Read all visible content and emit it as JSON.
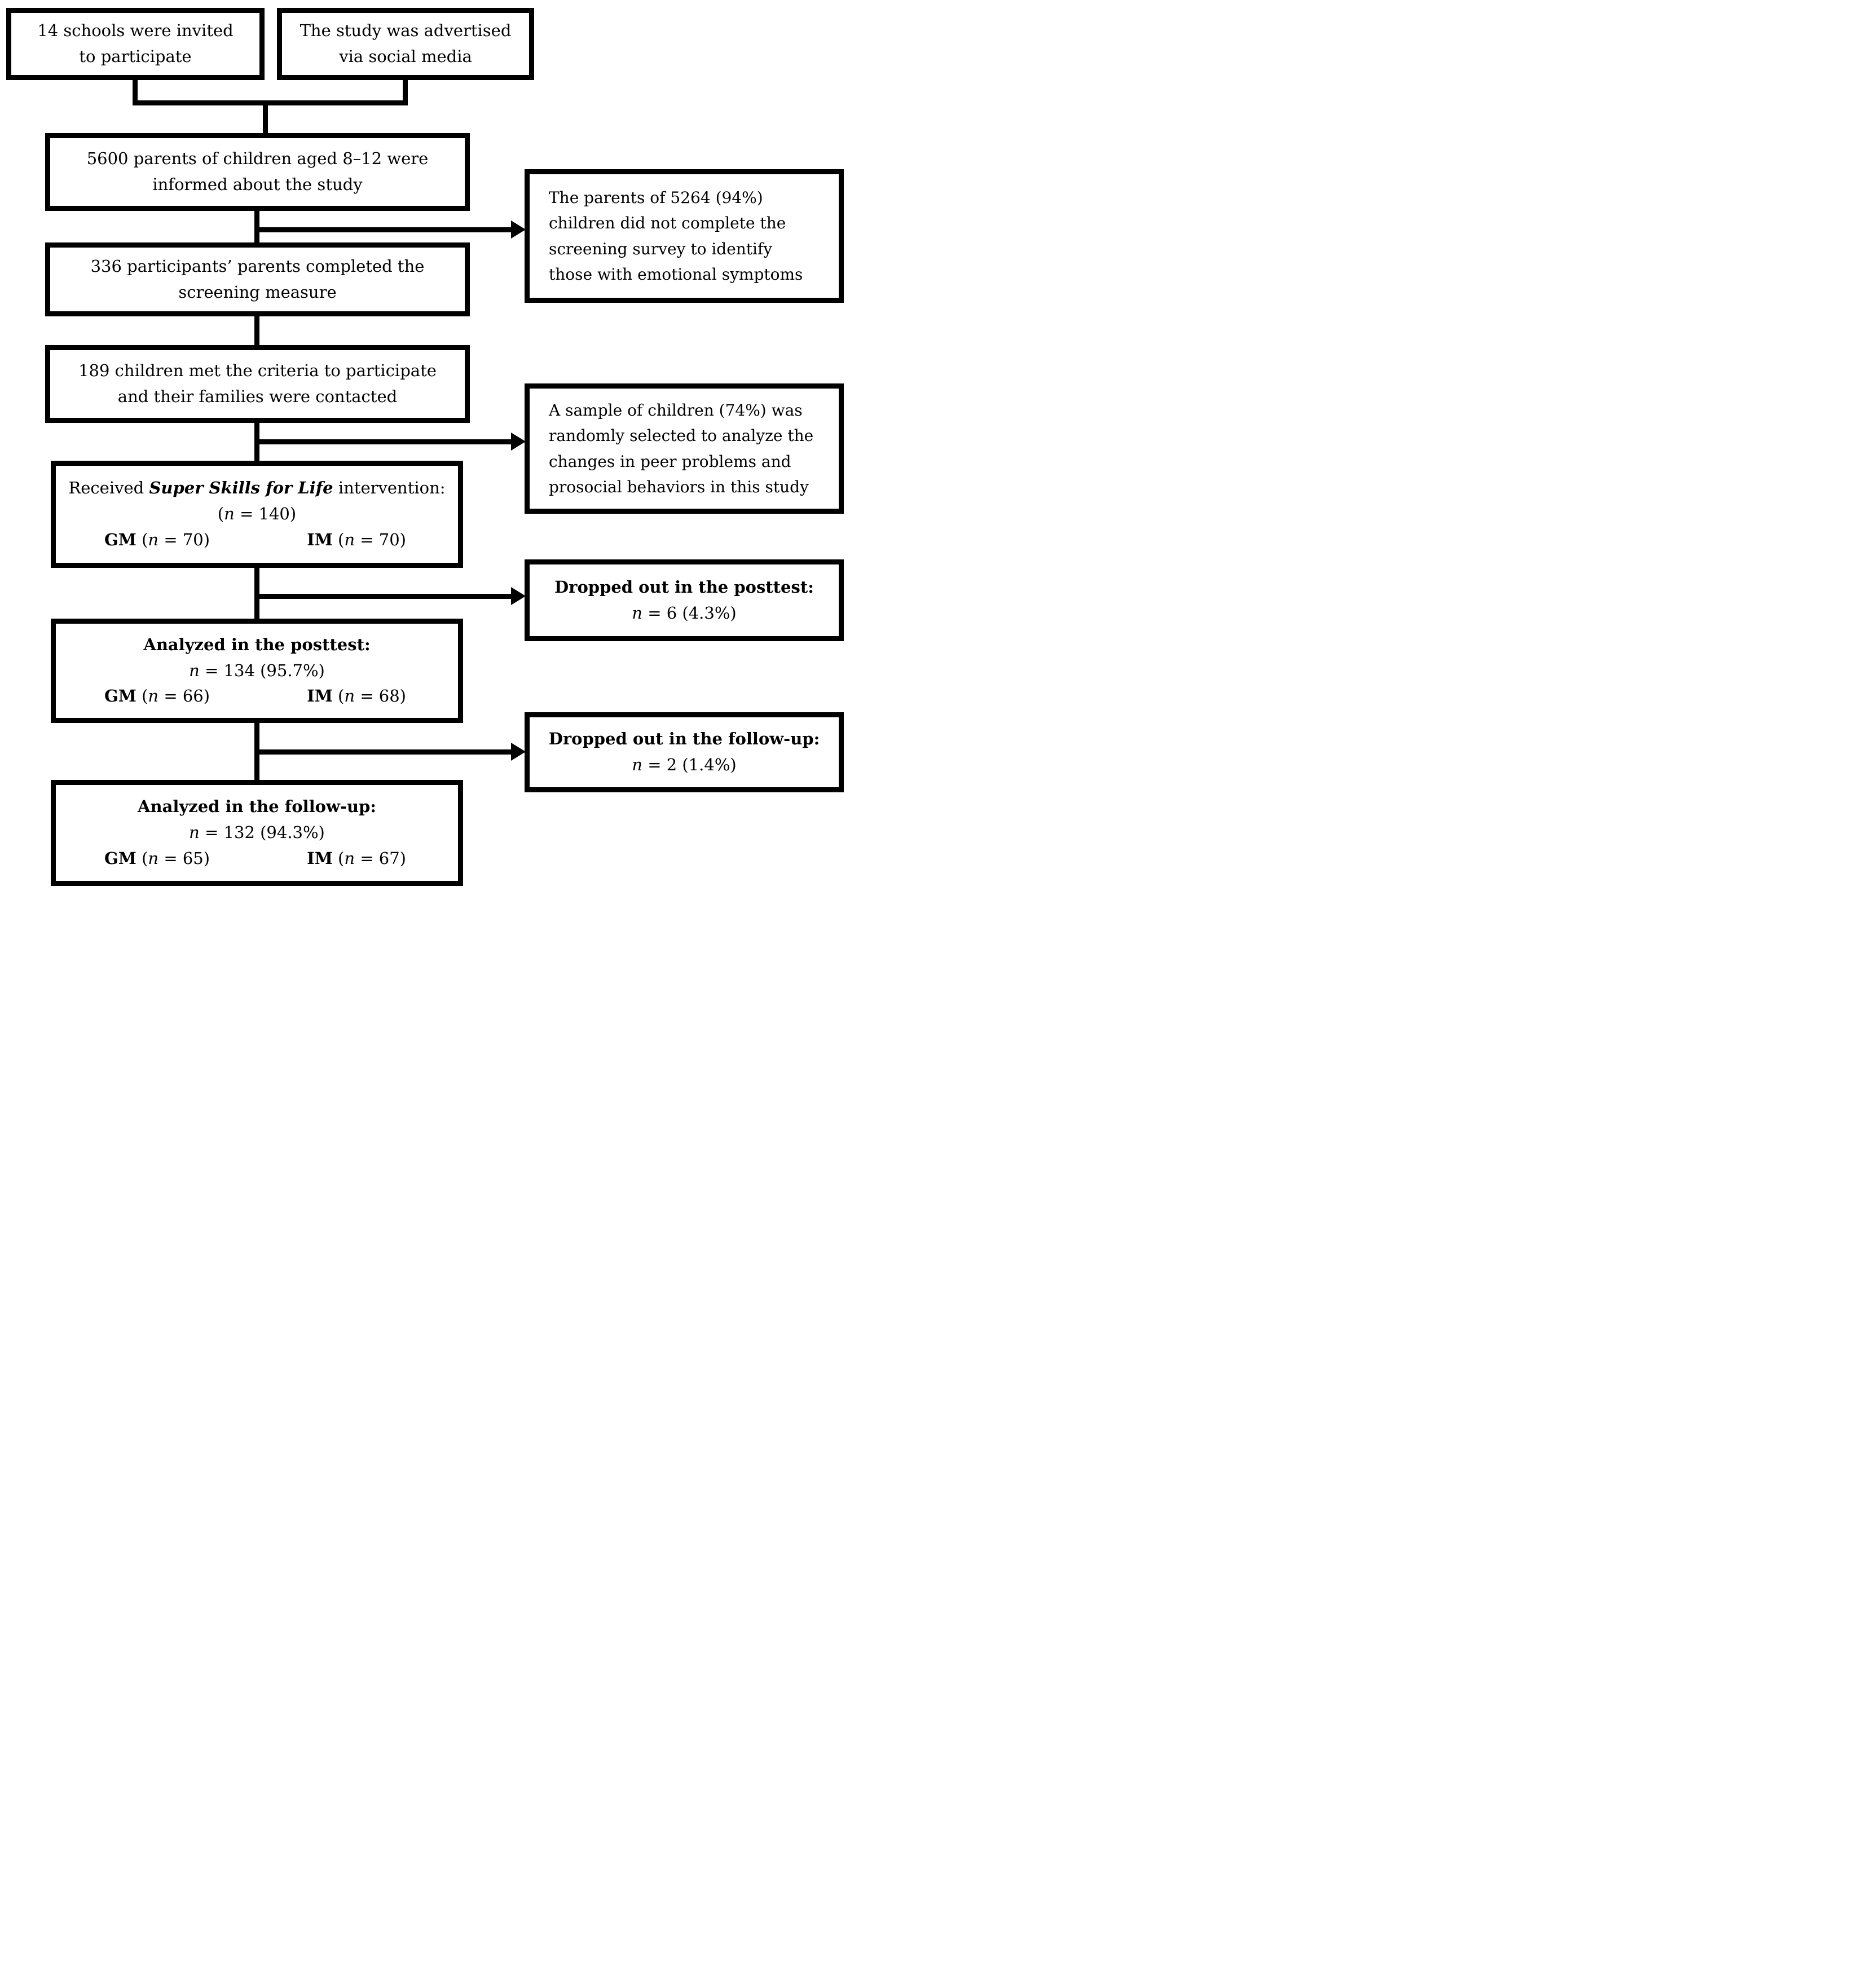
{
  "figure": {
    "colors": {
      "line": "#000000",
      "background": "#ffffff",
      "text": "#000000"
    },
    "boxes": {
      "schools": {
        "lines": [
          "14 schools were invited",
          "to participate"
        ]
      },
      "social": {
        "lines": [
          "The study was advertised",
          "via social media"
        ]
      },
      "informed": {
        "lines": [
          "5600 parents of children aged 8–12 were",
          "informed about the study"
        ]
      },
      "screened": {
        "lines": [
          "336 participants’ parents completed the",
          "screening measure"
        ]
      },
      "criteria": {
        "lines": [
          "189 children met the criteria to participate",
          "and their families were contacted"
        ]
      },
      "intervention": {
        "title": {
          "pre": "Received ",
          "emph": "Super Skills for Life",
          "post": " intervention:"
        },
        "n_line": {
          "open": "(",
          "n": "n",
          "rest": " = 140)"
        },
        "gm": {
          "label": "GM",
          "open": " (",
          "n": "n",
          "rest": " = 70)"
        },
        "im": {
          "label": "IM",
          "open": " (",
          "n": "n",
          "rest": " = 70)"
        }
      },
      "posttest": {
        "title": "Analyzed in the posttest:",
        "n_line": {
          "open": "",
          "n": "n",
          "rest": " = 134 (95.7%)"
        },
        "gm": {
          "label": "GM",
          "open": " (",
          "n": "n",
          "rest": " = 66)"
        },
        "im": {
          "label": "IM",
          "open": " (",
          "n": "n",
          "rest": " = 68)"
        }
      },
      "followup": {
        "title": "Analyzed in the follow-up:",
        "n_line": {
          "open": "",
          "n": "n",
          "rest": " = 132 (94.3%)"
        },
        "gm": {
          "label": "GM",
          "open": " (",
          "n": "n",
          "rest": " = 65)"
        },
        "im": {
          "label": "IM",
          "open": " (",
          "n": "n",
          "rest": " = 67)"
        }
      }
    },
    "side_boxes": {
      "not_screened": {
        "lines": [
          "The parents of 5264 (94%)",
          "children did not complete the",
          "screening survey to identify",
          "those with emotional symptoms"
        ]
      },
      "random_sample": {
        "lines": [
          "A sample of children (74%) was",
          "randomly selected to analyze the",
          "changes in peer problems and",
          "prosocial behaviors in this study"
        ]
      },
      "dropout_posttest": {
        "title": "Dropped out in the posttest:",
        "n_line": {
          "open": "",
          "n": "n",
          "rest": " = 6 (4.3%)"
        }
      },
      "dropout_followup": {
        "title": "Dropped out in the follow-up:",
        "n_line": {
          "open": "",
          "n": "n",
          "rest": " = 2 (1.4%)"
        }
      }
    }
  }
}
